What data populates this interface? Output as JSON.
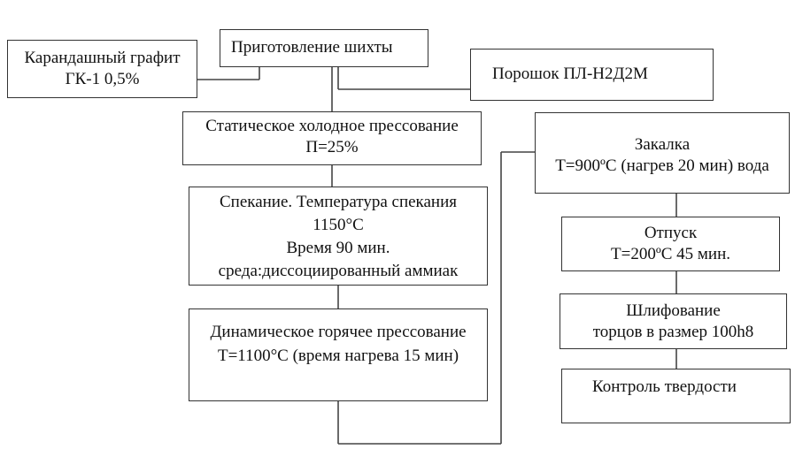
{
  "diagram": {
    "nodes": {
      "graphite": {
        "lines": [
          "Карандашный графит",
          "ГК-1 0,5%"
        ]
      },
      "charge_prep": {
        "lines": [
          "Приготовление шихты"
        ]
      },
      "powder": {
        "lines": [
          "Порошок ПЛ-Н2Д2М"
        ]
      },
      "cold_pressing": {
        "lines": [
          "Статическое холодное прессование",
          "П=25%"
        ]
      },
      "sintering": {
        "lines": [
          "Спекание. Температура спекания",
          "1150°С",
          "Время 90 мин.",
          "среда:диссоциированный аммиак"
        ]
      },
      "hot_pressing": {
        "lines": [
          "Динамическое горячее прессование",
          "Т=1100°С (время нагрева 15 мин)"
        ]
      },
      "quenching": {
        "lines": [
          "Закалка",
          "Т=900ºС (нагрев 20 мин) вода"
        ]
      },
      "tempering": {
        "lines": [
          "Отпуск",
          "Т=200ºС 45 мин."
        ]
      },
      "grinding": {
        "lines": [
          "Шлифование",
          "торцов в размер 100h8"
        ]
      },
      "hardness_control": {
        "lines": [
          "Контроль твердости"
        ]
      }
    },
    "edges": [
      {
        "from": "graphite",
        "to": "charge_prep"
      },
      {
        "from": "powder",
        "to": "charge_prep"
      },
      {
        "from": "charge_prep",
        "to": "cold_pressing"
      },
      {
        "from": "cold_pressing",
        "to": "sintering"
      },
      {
        "from": "sintering",
        "to": "hot_pressing"
      },
      {
        "from": "hot_pressing",
        "to": "quenching"
      },
      {
        "from": "quenching",
        "to": "tempering"
      },
      {
        "from": "tempering",
        "to": "grinding"
      },
      {
        "from": "grinding",
        "to": "hardness_control"
      }
    ]
  }
}
